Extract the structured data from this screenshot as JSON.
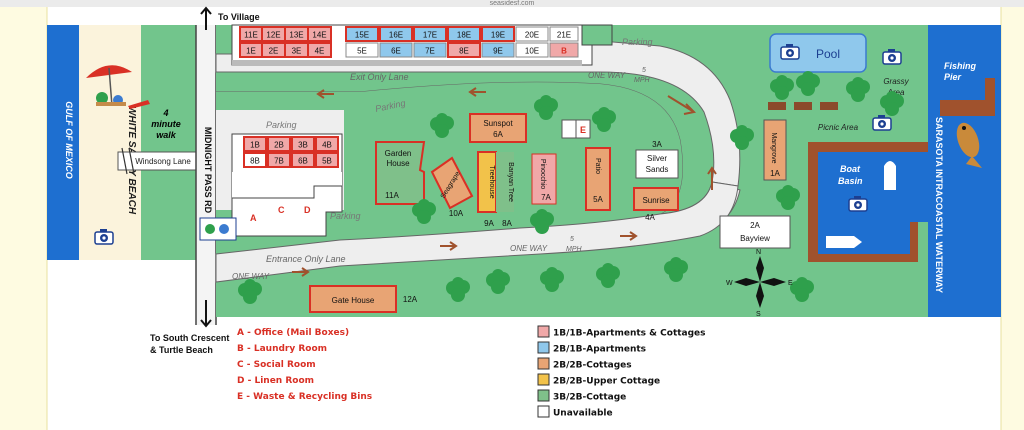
{
  "page": {
    "top_url_fragment": "seasidesf.com"
  },
  "water": {
    "gulf": "GULF OF MEXICO",
    "beach": "WHITE SANDY BEACH",
    "intracoastal": "SARASOTA INTRACOASTAL WATERWAY",
    "walk_line1": "4",
    "walk_line2": "minute",
    "walk_line3": "walk"
  },
  "roads": {
    "midnight_pass": "MIDNIGHT PASS RD",
    "windsong": "Windsong Lane",
    "to_village": "To Village",
    "to_south_line1": "To South Crescent",
    "to_south_line2": "& Turtle Beach",
    "exit_lane": "Exit Only Lane",
    "entrance_lane": "Entrance Only Lane",
    "one_way": "ONE WAY",
    "speed_5": "5",
    "speed_mph": "MPH"
  },
  "labels": {
    "parking": "Parking",
    "pool": "Pool",
    "grassy_line1": "Grassy",
    "grassy_line2": "Area",
    "fishing_line1": "Fishing",
    "fishing_line2": "Pier",
    "picnic": "Picnic Area",
    "boat_line1": "Boat",
    "boat_line2": "Basin"
  },
  "top_units_upper": [
    "11E",
    "12E",
    "13E",
    "14E",
    "15E",
    "16E",
    "17E",
    "18E",
    "19E",
    "20E",
    "21E"
  ],
  "top_units_lower": [
    "1E",
    "2E",
    "3E",
    "4E",
    "5E",
    "6E",
    "7E",
    "8E",
    "9E",
    "10E",
    "B"
  ],
  "left_units_r1": [
    "1B",
    "2B",
    "3B",
    "4B"
  ],
  "left_units_r2": [
    "8B",
    "7B",
    "6B",
    "5B"
  ],
  "facility_letters": [
    "A",
    "C",
    "D",
    "E"
  ],
  "cottages": {
    "garden_line1": "Garden",
    "garden_line2": "House",
    "garden_num": "11A",
    "seagrape": "Seagrape",
    "seagrape_num": "10A",
    "treehouse_line1": "Banyan Tree",
    "treehouse_line2": "Treehouse",
    "treehouse_num1": "9A",
    "treehouse_num2": "8A",
    "sunspot": "Sunspot",
    "sunspot_num": "6A",
    "pinocchio": "Pinocchio",
    "pinocchio_num": "7A",
    "patio": "Patio",
    "patio_num": "5A",
    "silver_num": "3A",
    "silver_line1": "Silver",
    "silver_line2": "Sands",
    "sunrise": "Sunrise",
    "sunrise_num": "4A",
    "mangrove": "Mangrove",
    "mangrove_num": "1A",
    "bayview_num": "2A",
    "bayview": "Bayview",
    "gate": "Gate House",
    "gate_num": "12A"
  },
  "compass": {
    "n": "N",
    "s": "S",
    "e": "E",
    "w": "W"
  },
  "key": [
    "A - Office (Mail Boxes)",
    "B - Laundry Room",
    "C - Social Room",
    "D - Linen Room",
    "E - Waste & Recycling Bins"
  ],
  "legend": [
    {
      "label": "1B/1B-Apartments & Cottages",
      "color": "#f0a8a8"
    },
    {
      "label": "2B/1B-Apartments",
      "color": "#8fc8ec"
    },
    {
      "label": "2B/2B-Cottages",
      "color": "#e8a474"
    },
    {
      "label": "2B/2B-Upper Cottage",
      "color": "#f2c24a"
    },
    {
      "label": "3B/2B-Cottage",
      "color": "#7fc08a"
    },
    {
      "label": "Unavailable",
      "color": "#ffffff"
    }
  ],
  "colors": {
    "water": "#1e6fd0",
    "sand": "#fbf3dc",
    "grass": "#72c58c",
    "road": "#eeeeee",
    "tree": "#2fa04c",
    "unit_red": "#d93025",
    "basin": "#a0522d",
    "page_yellow": "#fefbe1"
  }
}
